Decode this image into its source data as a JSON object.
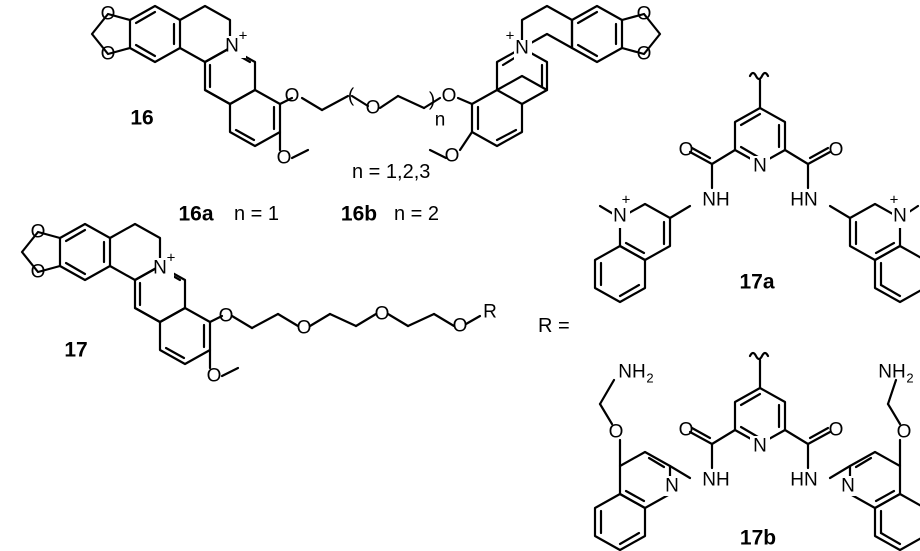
{
  "compounds": {
    "c16": "16",
    "c16a": "16a",
    "c16b": "16b",
    "c17": "17",
    "c17a": "17a",
    "c17b": "17b"
  },
  "conditions": {
    "n_range": "n = 1,2,3",
    "n_16a": "n = 1",
    "n_16b": "n = 2",
    "r_equals": "R ="
  },
  "atoms": {
    "O": "O",
    "N": "N",
    "NH": "NH",
    "HN": "HN",
    "NH2_main": "NH",
    "NH2_sub": "2",
    "R": "R",
    "n": "n",
    "plus": "+",
    "bracket_open": "(",
    "bracket_close": ")"
  }
}
